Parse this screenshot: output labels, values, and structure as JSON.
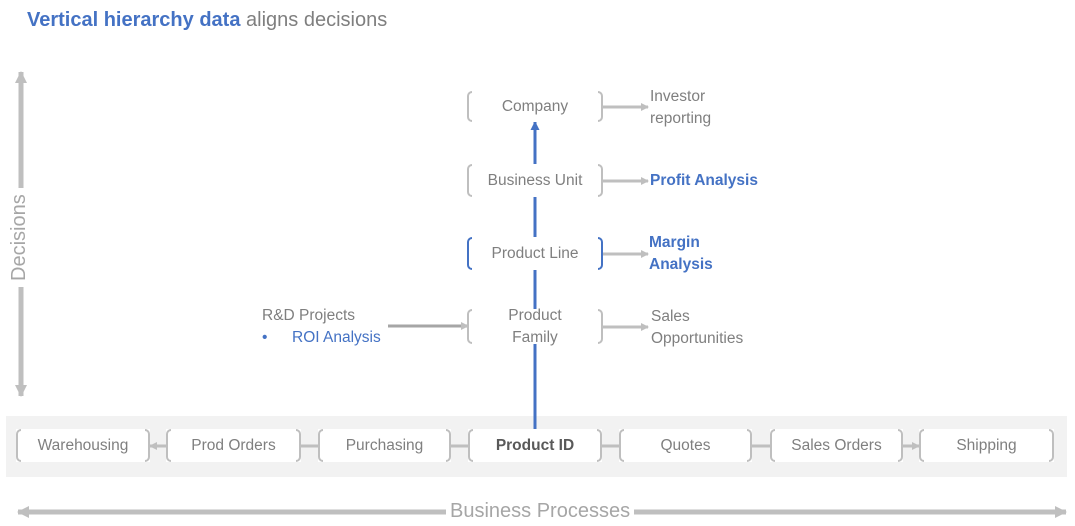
{
  "title": {
    "bold": "Vertical hierarchy data",
    "rest": " aligns decisions"
  },
  "hierarchy": {
    "company": "Company",
    "business_unit": "Business Unit",
    "product_line": "Product Line",
    "product_family": "Product\nFamily"
  },
  "outputs": {
    "investor": "Investor\nreporting",
    "profit": "Profit Analysis",
    "margin": "Margin\nAnalysis",
    "sales": "Sales\nOpportunities"
  },
  "rd_projects": {
    "label": "R&D Projects",
    "bullet": "•",
    "roi": "ROI Analysis"
  },
  "processes": [
    "Warehousing",
    "Prod Orders",
    "Purchasing",
    "Product ID",
    "Quotes",
    "Sales Orders",
    "Shipping"
  ],
  "axes": {
    "vertical": "Decisions",
    "horizontal": "Business Processes"
  },
  "colors": {
    "accent": "#4472c4",
    "gray": "#7f7f7f",
    "light_gray": "#bfbfbf",
    "band": "#f2f2f2"
  }
}
